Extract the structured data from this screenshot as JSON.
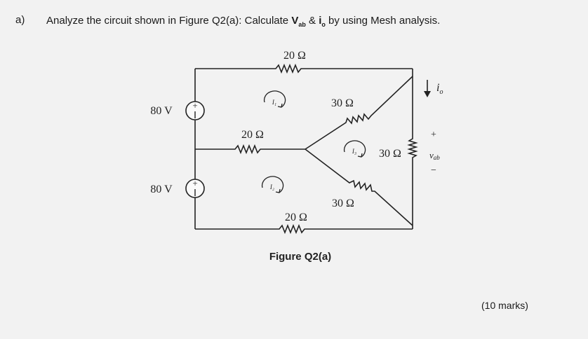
{
  "question": {
    "number": "a)",
    "text_before": "Analyze the circuit shown in Figure Q2(a): Calculate ",
    "vab_main": "V",
    "vab_sub": "ab",
    "amp": " & ",
    "io_main": "i",
    "io_sub": "o",
    "text_after": " by using Mesh analysis."
  },
  "circuit": {
    "r_top": "20 Ω",
    "r_mid_left": "20 Ω",
    "r_bottom": "20 Ω",
    "r_upper_diag": "30 Ω",
    "r_center": "30 Ω",
    "r_lower_diag": "30 Ω",
    "source_top": "80 V",
    "source_bottom": "80 V",
    "plus": "+",
    "minus": "−",
    "mesh_i1": "I₁",
    "mesh_i2": "I₂",
    "mesh_i3": "I₃",
    "current_label": "i",
    "current_sub": "o",
    "vab_plus": "+",
    "vab_label": "v",
    "vab_sub": "ab",
    "vab_minus": "−"
  },
  "figure_caption": "Figure Q2(a)",
  "marks": "(10 marks)"
}
